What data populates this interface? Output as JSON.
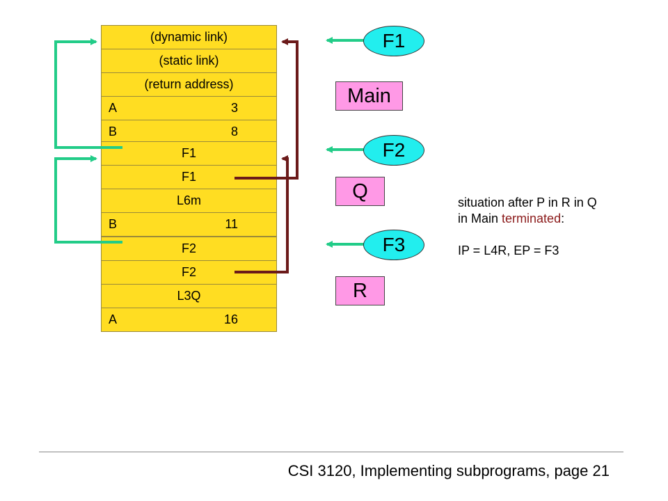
{
  "frames": [
    {
      "name": "frame-f1",
      "rows": [
        {
          "text": "(dynamic link)"
        },
        {
          "text": "(static link)"
        },
        {
          "text": "(return address)"
        },
        {
          "name": "A",
          "value": "3"
        },
        {
          "name": "B",
          "value": "8"
        }
      ]
    },
    {
      "name": "frame-f2",
      "rows": [
        {
          "text": "F1"
        },
        {
          "text": "F1"
        },
        {
          "text": "L6m"
        },
        {
          "name": "B",
          "value": "11"
        }
      ]
    },
    {
      "name": "frame-f3",
      "rows": [
        {
          "text": "F2"
        },
        {
          "text": "F2"
        },
        {
          "text": "L3Q"
        },
        {
          "name": "A",
          "value": "16"
        }
      ]
    }
  ],
  "pointers": [
    "F1",
    "F2",
    "F3"
  ],
  "procedures": [
    "Main",
    "Q",
    "R"
  ],
  "note": {
    "line1": "situation after P in R in Q",
    "line2_pre": "in Main ",
    "line2_red": "terminated",
    "line2_post": ":",
    "line3": "IP = L4R, EP = F3"
  },
  "colors": {
    "cell": "#ffdd22",
    "procedure_box": "#ff99e6",
    "pointer_ellipse": "#22eeee",
    "dynamic_arrow": "#22cc88",
    "static_arrow": "#6b1a1a"
  },
  "footer": "CSI 3120, Implementing subprograms, page 21"
}
